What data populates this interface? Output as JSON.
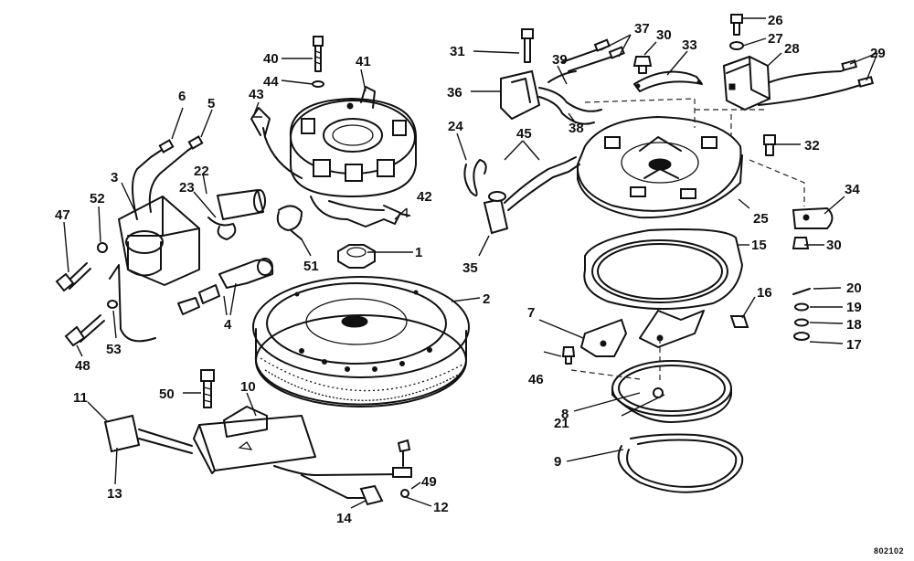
{
  "drawing_code": "802102",
  "callouts": [
    {
      "id": "c1",
      "text": "1"
    },
    {
      "id": "c2",
      "text": "2"
    },
    {
      "id": "c3",
      "text": "3"
    },
    {
      "id": "c4",
      "text": "4"
    },
    {
      "id": "c5",
      "text": "5"
    },
    {
      "id": "c6",
      "text": "6"
    },
    {
      "id": "c7",
      "text": "7"
    },
    {
      "id": "c8",
      "text": "8"
    },
    {
      "id": "c9",
      "text": "9"
    },
    {
      "id": "c10",
      "text": "10"
    },
    {
      "id": "c11",
      "text": "11"
    },
    {
      "id": "c12",
      "text": "12"
    },
    {
      "id": "c13",
      "text": "13"
    },
    {
      "id": "c14",
      "text": "14"
    },
    {
      "id": "c15",
      "text": "15"
    },
    {
      "id": "c16",
      "text": "16"
    },
    {
      "id": "c17",
      "text": "17"
    },
    {
      "id": "c18",
      "text": "18"
    },
    {
      "id": "c19",
      "text": "19"
    },
    {
      "id": "c20",
      "text": "20"
    },
    {
      "id": "c21",
      "text": "21"
    },
    {
      "id": "c22",
      "text": "22"
    },
    {
      "id": "c23",
      "text": "23"
    },
    {
      "id": "c24",
      "text": "24"
    },
    {
      "id": "c25",
      "text": "25"
    },
    {
      "id": "c26",
      "text": "26"
    },
    {
      "id": "c27",
      "text": "27"
    },
    {
      "id": "c28",
      "text": "28"
    },
    {
      "id": "c29",
      "text": "29"
    },
    {
      "id": "c30a",
      "text": "30"
    },
    {
      "id": "c30b",
      "text": "30"
    },
    {
      "id": "c31",
      "text": "31"
    },
    {
      "id": "c32",
      "text": "32"
    },
    {
      "id": "c33",
      "text": "33"
    },
    {
      "id": "c34",
      "text": "34"
    },
    {
      "id": "c35",
      "text": "35"
    },
    {
      "id": "c36",
      "text": "36"
    },
    {
      "id": "c37",
      "text": "37"
    },
    {
      "id": "c38",
      "text": "38"
    },
    {
      "id": "c39",
      "text": "39"
    },
    {
      "id": "c40",
      "text": "40"
    },
    {
      "id": "c41",
      "text": "41"
    },
    {
      "id": "c42",
      "text": "42"
    },
    {
      "id": "c43",
      "text": "43"
    },
    {
      "id": "c44",
      "text": "44"
    },
    {
      "id": "c45",
      "text": "45"
    },
    {
      "id": "c46",
      "text": "46"
    },
    {
      "id": "c47",
      "text": "47"
    },
    {
      "id": "c48",
      "text": "48"
    },
    {
      "id": "c49",
      "text": "49"
    },
    {
      "id": "c50",
      "text": "50"
    },
    {
      "id": "c51",
      "text": "51"
    },
    {
      "id": "c52",
      "text": "52"
    },
    {
      "id": "c53",
      "text": "53"
    }
  ]
}
